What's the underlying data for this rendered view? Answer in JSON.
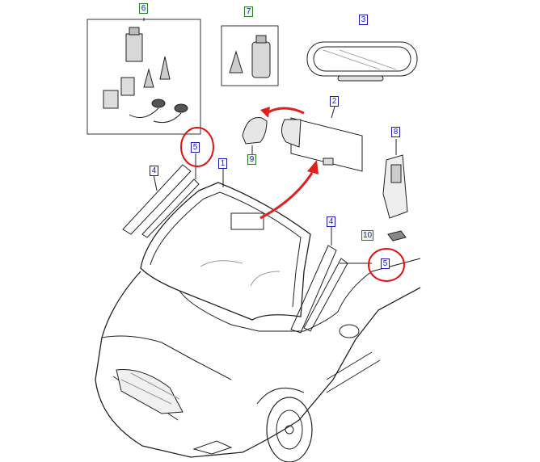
{
  "colors": {
    "line": "#222222",
    "callout_blue": "#1a1ab0",
    "callout_green": "#2a7a2a",
    "arrow_red": "#e02020",
    "circle_red": "#e01010"
  },
  "callouts": [
    {
      "id": "6",
      "style": "green"
    },
    {
      "id": "7",
      "style": "green"
    },
    {
      "id": "3",
      "style": "blue"
    },
    {
      "id": "2",
      "style": "blue"
    },
    {
      "id": "8",
      "style": "blue"
    },
    {
      "id": "9",
      "style": "green"
    },
    {
      "id": "1",
      "style": "blue"
    },
    {
      "id": "5",
      "style": "blue"
    },
    {
      "id": "4",
      "style": "blue"
    },
    {
      "id": "4",
      "style": "blue"
    },
    {
      "id": "10",
      "style": "green"
    },
    {
      "id": "5",
      "style": "blue"
    }
  ]
}
